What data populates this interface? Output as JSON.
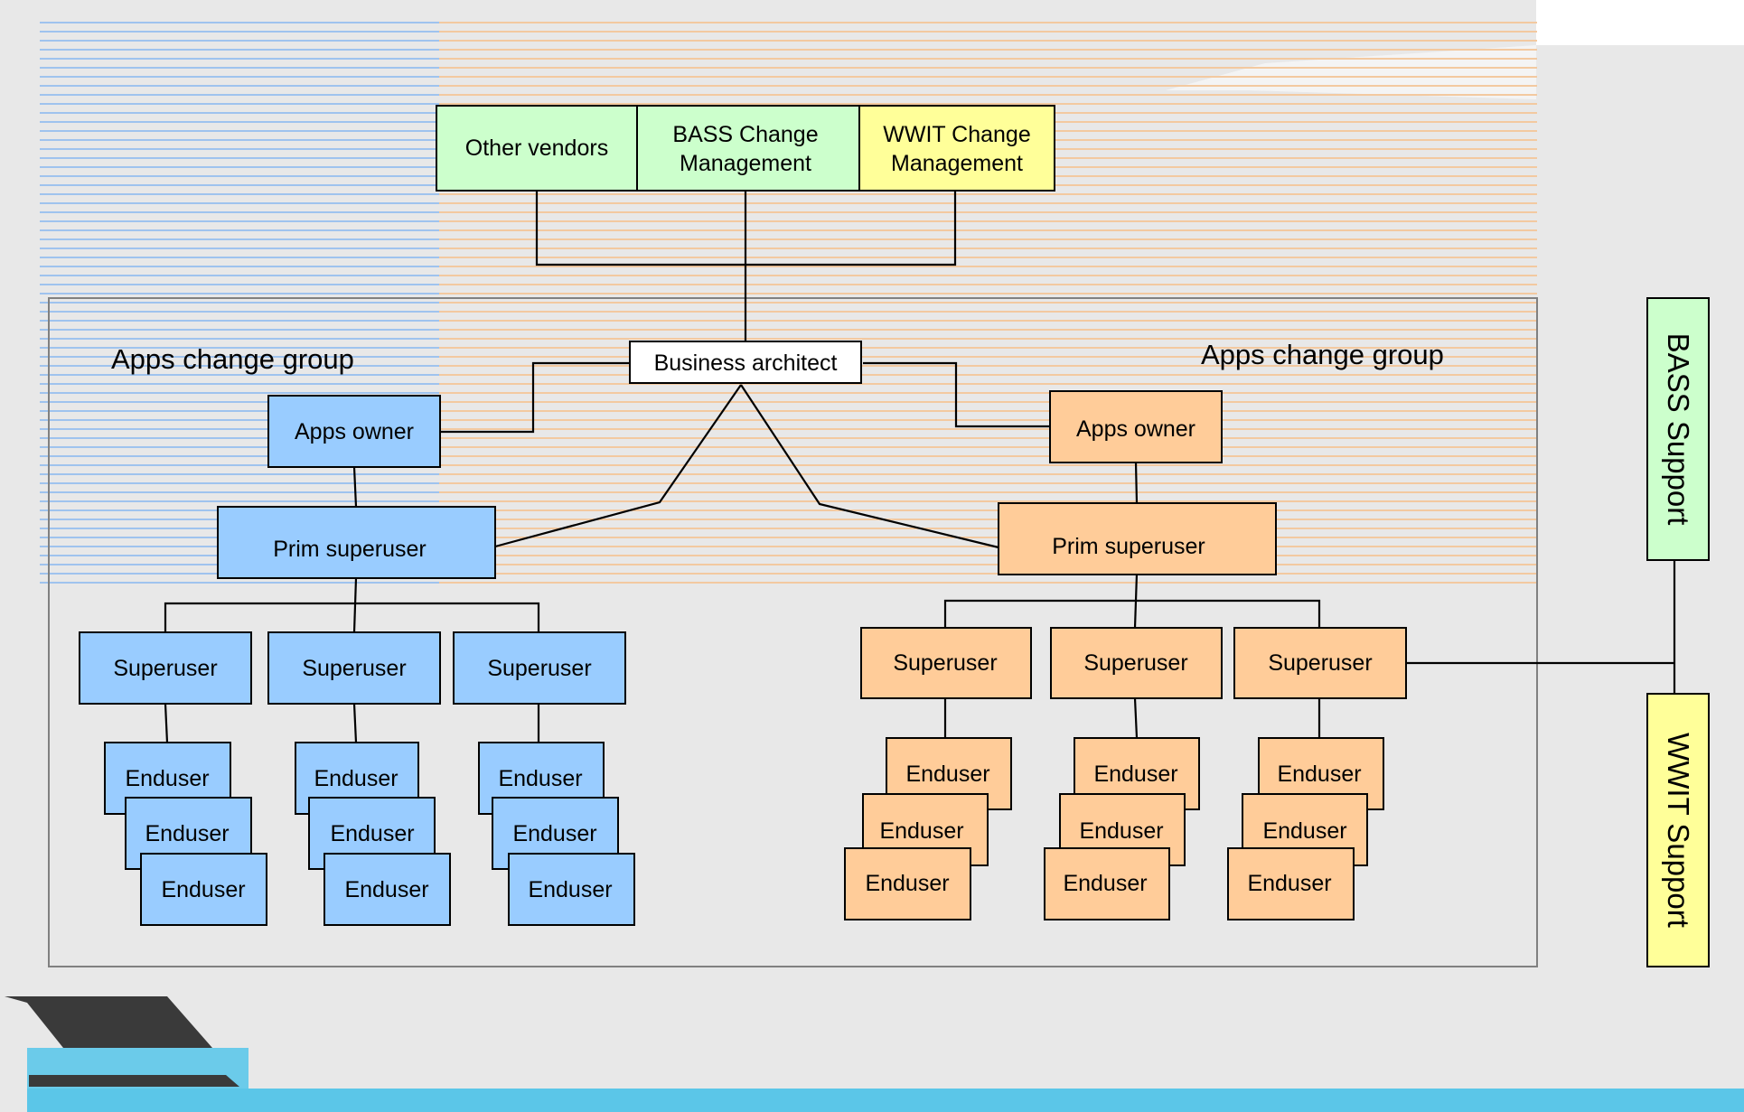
{
  "colors": {
    "blue_fill": "#99ccff",
    "orange_fill": "#ffcc99",
    "green_fill": "#ccffcc",
    "yellow_fill": "#ffff99",
    "white_fill": "#ffffff",
    "background": "#e8e8e8",
    "blue_hatch": "#9fc3ee",
    "orange_hatch": "#f3c9a0",
    "accent_bar": "#5bc6e8"
  },
  "top": {
    "other_vendors": "Other vendors",
    "bass_change_line1": "BASS Change",
    "bass_change_line2": "Management",
    "wwit_change_line1": "WWIT Change",
    "wwit_change_line2": "Management"
  },
  "business_architect": "Business architect",
  "left_group": {
    "title": "Apps change group",
    "apps_owner": "Apps owner",
    "prim_superuser": "Prim superuser",
    "superusers": [
      "Superuser",
      "Superuser",
      "Superuser"
    ],
    "endusers": [
      "Enduser",
      "Enduser",
      "Enduser"
    ]
  },
  "right_group": {
    "title": "Apps change group",
    "apps_owner": "Apps owner",
    "prim_superuser": "Prim superuser",
    "superusers": [
      "Superuser",
      "Superuser",
      "Superuser"
    ],
    "endusers": [
      "Enduser",
      "Enduser",
      "Enduser"
    ]
  },
  "support": {
    "bass": "BASS Support",
    "wwit": "WWIT Support"
  }
}
